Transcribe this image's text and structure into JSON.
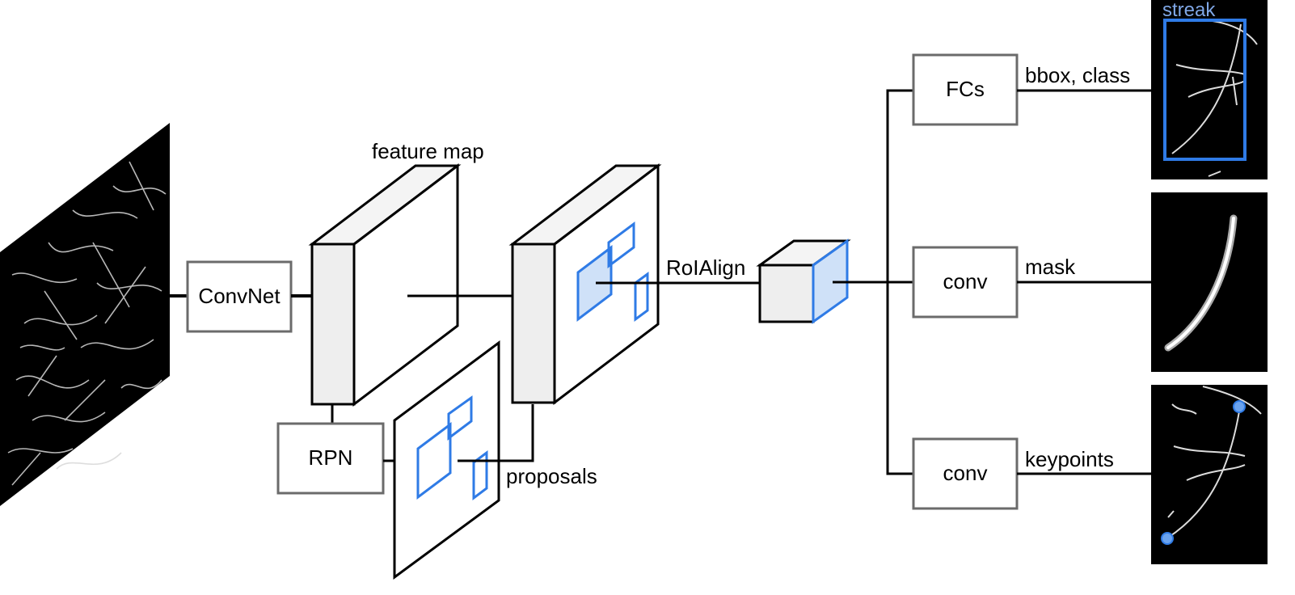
{
  "labels": {
    "convnet": "ConvNet",
    "feature_map": "feature map",
    "rpn": "RPN",
    "proposals": "proposals",
    "roialign": "RoIAlign",
    "fcs": "FCs",
    "conv_mask": "conv",
    "conv_keypoints": "conv",
    "bbox_class": "bbox, class",
    "mask": "mask",
    "keypoints": "keypoints",
    "streak": "streak"
  },
  "colors": {
    "box_stroke": "#6b6b6b",
    "accent_blue": "#2f7be6",
    "accent_blue_fill": "#cfe1f8",
    "block_side": "#eeeeee",
    "image_bg": "#000000",
    "streak_label": "#7fa7e6"
  }
}
